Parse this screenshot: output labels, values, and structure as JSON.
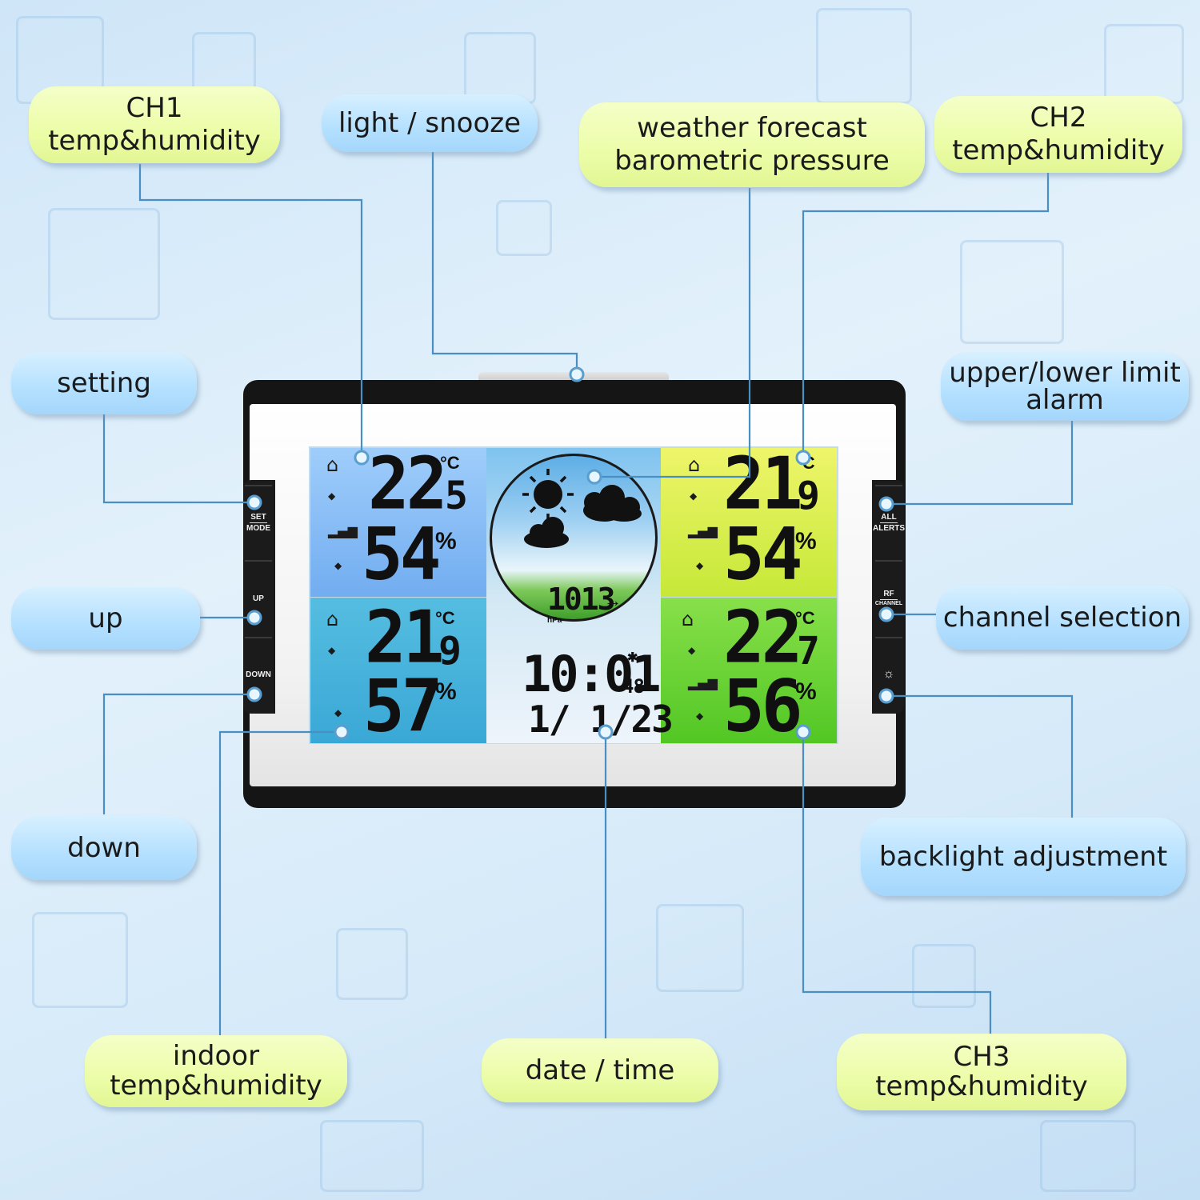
{
  "callouts": {
    "ch1": {
      "line1": "CH1",
      "line2": "temp&humidity"
    },
    "light_snooze": "light / snooze",
    "forecast": {
      "line1": "weather forecast",
      "line2": "barometric pressure"
    },
    "ch2": {
      "line1": "CH2",
      "line2": "temp&humidity"
    },
    "setting": "setting",
    "alarm": {
      "line1": "upper/lower limit",
      "line2": "alarm"
    },
    "up": "up",
    "channel": "channel selection",
    "down": "down",
    "backlight": "backlight adjustment",
    "indoor": {
      "line1": "indoor",
      "line2": "temp&humidity"
    },
    "datetime": "date / time",
    "ch3": {
      "line1": "CH3",
      "line2": "temp&humidity"
    }
  },
  "buttons": {
    "set": "SET",
    "mode": "MODE",
    "up": "UP",
    "down": "DOWN",
    "all": "ALL",
    "alerts": "ALERTS",
    "rf": "RF",
    "channel": "CHANNEL"
  },
  "display": {
    "ch1": {
      "temp_int": "22",
      "temp_dec": "5",
      "humidity": "54"
    },
    "ch2": {
      "temp_int": "21",
      "temp_dec": "9",
      "humidity": "54"
    },
    "indoor": {
      "temp_int": "21",
      "temp_dec": "9",
      "humidity": "57"
    },
    "ch3": {
      "temp_int": "22",
      "temp_dec": "7",
      "humidity": "56"
    },
    "pressure": "1013",
    "pressure_unit": "hPa",
    "time": "10:01",
    "seconds": "48",
    "date": "1/ 1/23",
    "temp_unit": "°C",
    "hum_unit": "%"
  },
  "colors": {
    "pill_yellow": "#ecfda8",
    "pill_blue": "#b4e0ff",
    "leader": "#4a8fc4"
  }
}
